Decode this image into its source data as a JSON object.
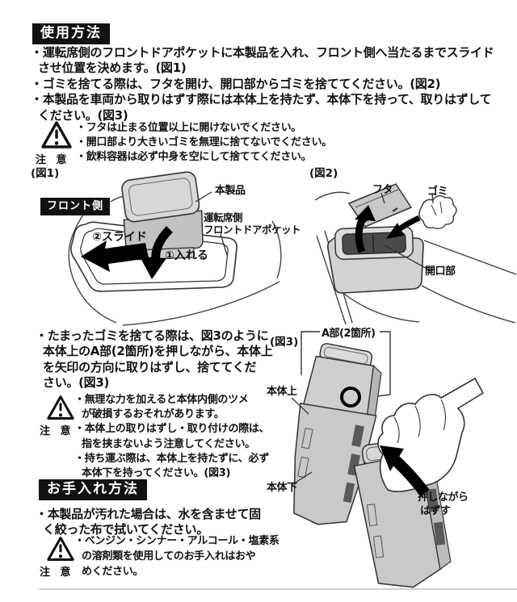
{
  "usage": {
    "title": "使用方法",
    "lines": [
      "・運転席側のフロントドアポケットに本製品を入れ、フロント側へ当たるまでスライド",
      "させ位置を決めます。(図1)",
      "・ゴミを捨てる際は、フタを開け、開口部からゴミを捨ててください。(図2)",
      "・本製品を車両から取りはずす際には本体上を持たず、本体下を持って、取りはずして",
      "ください。(図3)"
    ]
  },
  "caution1": {
    "label": "注 意",
    "lines": [
      "・フタは止まる位置以上に開けないでください。",
      "・開口部より大きいゴミを無理に捨てないでください。",
      "・飲料容器は必ず中身を空にして捨ててください。"
    ]
  },
  "fig1": {
    "caption": "(図1)",
    "front_tag": "フロント側",
    "product": "本製品",
    "pocket_line1": "運転席側",
    "pocket_line2": "フロントドアポケット",
    "step_slide": "②スライド",
    "step_insert": "①入れる"
  },
  "fig2": {
    "caption": "(図2)",
    "lid": "フタ",
    "trash": "ゴミ",
    "opening": "開口部"
  },
  "removal": {
    "lines": [
      "・たまったゴミを捨てる際は、図3のように",
      "本体上のA部(2箇所)を押しながら、本体上",
      "を矢印の方向に取りはずし、捨ててくだ",
      "さい。(図3)"
    ]
  },
  "caution2": {
    "label": "注 意",
    "lines": [
      "・無理な力を加えると本体内側のツメ",
      "が破損するおそれがあります。",
      "・本体上の取りはずし・取り付けの際は、",
      "指を挟まないよう注意してください。",
      "・持ち運ぶ際は、本体上を持たずに、必ず",
      "本体下を持ってください。(図3)"
    ]
  },
  "fig3": {
    "caption": "(図3)",
    "a_part": "A部(2箇所)",
    "upper_body": "本体上",
    "lower_body": "本体下",
    "push_line1": "押しながら",
    "push_line2": "はずす"
  },
  "care": {
    "title": "お手入れ方法",
    "lines": [
      "・本製品が汚れた場合は、水を含ませて固",
      "く絞った布で拭いてください。"
    ]
  },
  "caution3": {
    "label": "注 意",
    "lines": [
      "・ベンジン・シンナー・アルコール・塩素系",
      "の溶剤類を使用してのお手入れはおや",
      "めください。"
    ]
  },
  "colors": {
    "ink": "#111111",
    "illustration_fill": "#d0d0d0",
    "illustration_dark": "#4a4a4a"
  }
}
